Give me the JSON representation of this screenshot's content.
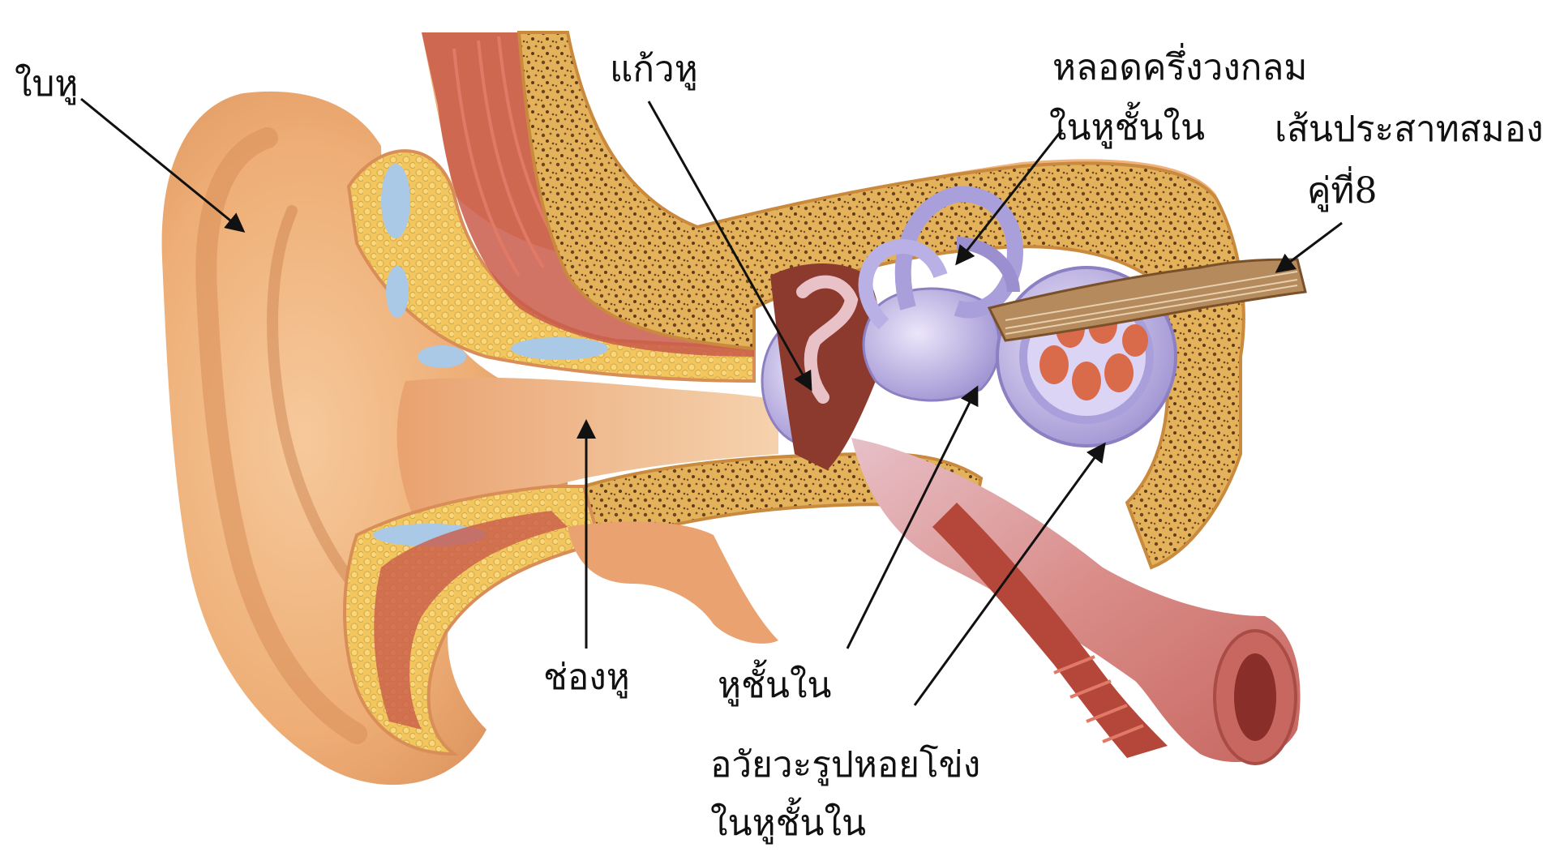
{
  "labels": {
    "pinna": "ใบหู",
    "eardrum": "แก้วหู",
    "semicircular_canal_line1": "หลอดครึ่งวงกลม",
    "semicircular_canal_line2": "ในหูชั้นใน",
    "cranial_nerve_line1": "เส้นประสาทสมอง",
    "cranial_nerve_line2": "คู่ที่8",
    "ear_canal": "ช่องหู",
    "inner_ear": "หูชั้นใน",
    "cochlea_line1": "อวัยวะรูปหอยโข่ง",
    "cochlea_line2": "ในหูชั้นใน"
  },
  "colors": {
    "background": "#ffffff",
    "skin": "#efb27c",
    "skin_shadow": "#d98e58",
    "bone": "#e6b45c",
    "bone_speckle": "#6b4422",
    "muscle": "#c95b4a",
    "cartilage_blue": "#a9c9e6",
    "inner_ear_lilac": "#b8aee0",
    "tube_pink": "#d78a86",
    "arrow": "#111111",
    "text": "#111111"
  }
}
